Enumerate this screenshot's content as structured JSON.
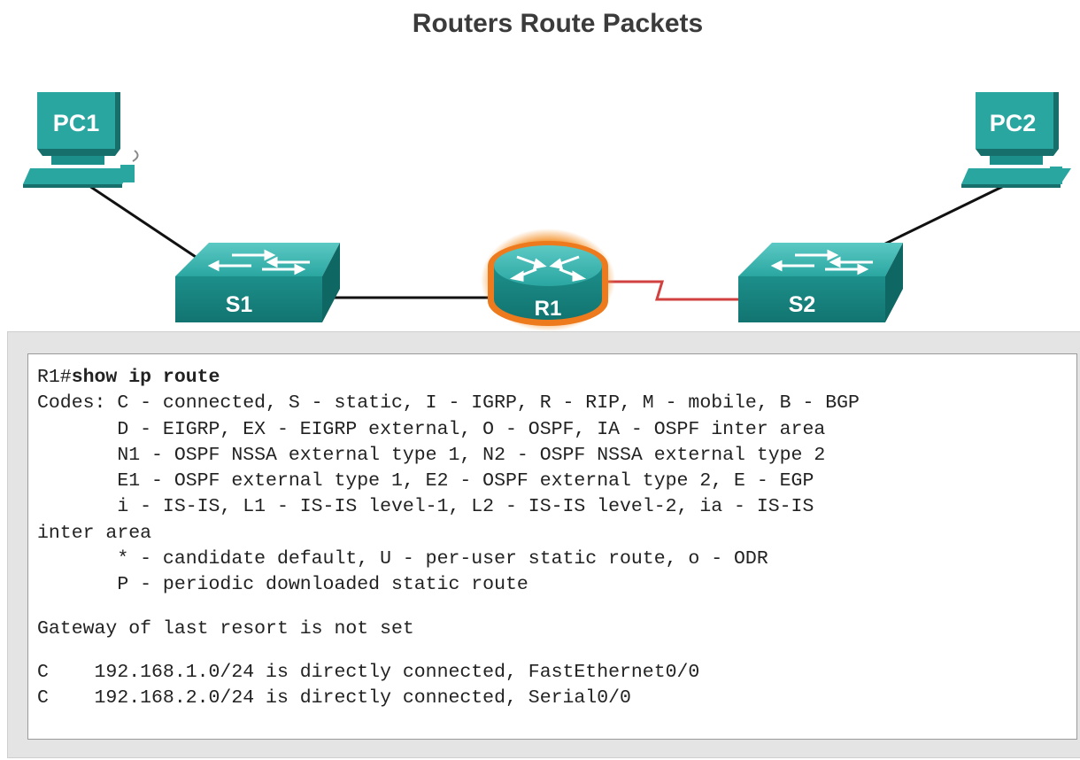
{
  "title": "Routers Route Packets",
  "devices": {
    "pc1": "PC1",
    "pc2": "PC2",
    "s1": "S1",
    "s2": "S2",
    "r1": "R1"
  },
  "colors": {
    "device_teal": "#1f9e9a",
    "router_highlight": "#ee7a1e",
    "serial_link": "#d0413f",
    "ethernet_link": "#111111"
  },
  "terminal": {
    "prompt": "R1#",
    "command": "show ip route",
    "lines": [
      "Codes: C - connected, S - static, I - IGRP, R - RIP, M - mobile, B - BGP",
      "       D - EIGRP, EX - EIGRP external, O - OSPF, IA - OSPF inter area",
      "       N1 - OSPF NSSA external type 1, N2 - OSPF NSSA external type 2",
      "       E1 - OSPF external type 1, E2 - OSPF external type 2, E - EGP",
      "       i - IS-IS, L1 - IS-IS level-1, L2 - IS-IS level-2, ia - IS-IS",
      "inter area",
      "       * - candidate default, U - per-user static route, o - ODR",
      "       P - periodic downloaded static route"
    ],
    "gateway": "Gateway of last resort is not set",
    "routes": [
      "C    192.168.1.0/24 is directly connected, FastEthernet0/0",
      "C    192.168.2.0/24 is directly connected, Serial0/0"
    ]
  }
}
